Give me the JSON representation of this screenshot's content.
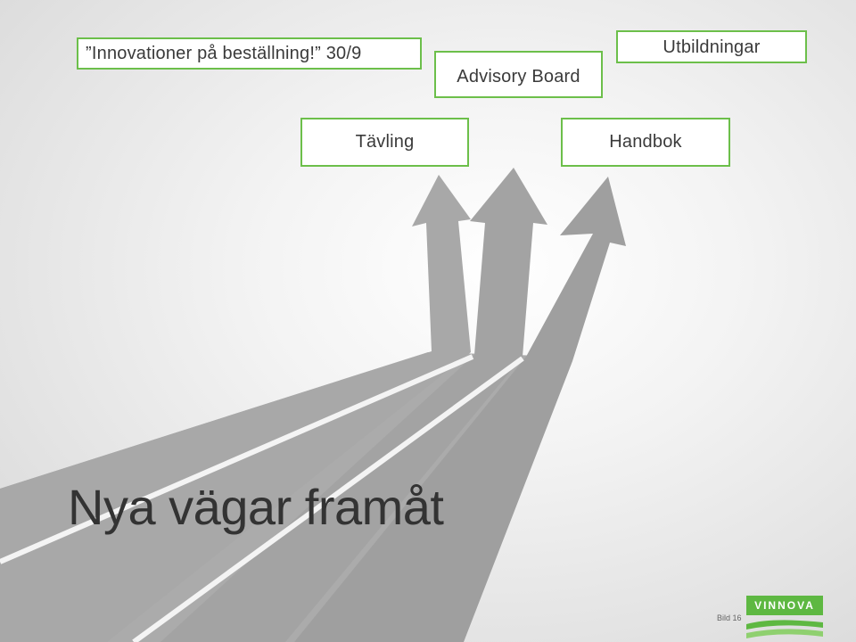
{
  "slide": {
    "title": "Nya vägar framåt",
    "slide_number": "Bild 16"
  },
  "labels": {
    "innovationer": "”Innovationer på beställning!” 30/9",
    "advisory_board": "Advisory Board",
    "utbildningar": "Utbildningar",
    "tavling": "Tävling",
    "handbok": "Handbok"
  },
  "logo": {
    "text": "VINNOVA",
    "brand_color": "#5eb842"
  },
  "colors": {
    "box_border": "#6cbf4a",
    "arrow_fill": "#a9a9a9",
    "title_text": "#333333"
  }
}
